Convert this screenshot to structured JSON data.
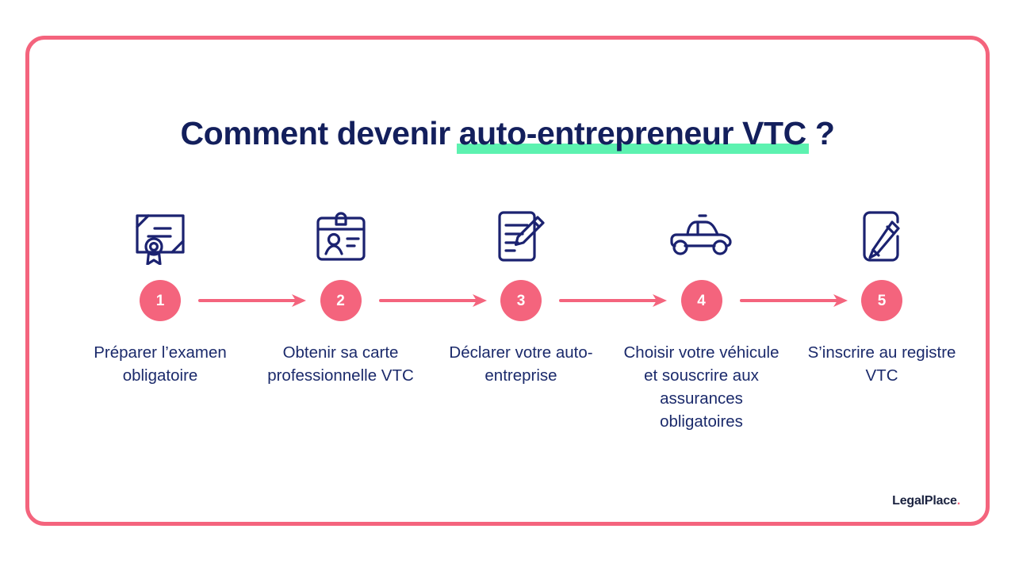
{
  "slide": {
    "title_before": "Comment devenir ",
    "title_highlight": "auto-entrepreneur VTC",
    "title_after": " ?",
    "logo_name": "LegalPlace",
    "logo_dot": "."
  },
  "colors": {
    "pink": "#F4647D",
    "navy": "#131F5C",
    "caption_navy": "#1B2A6B",
    "highlight_green": "#5DF2B0",
    "background": "#FFFFFF",
    "logo_text": "#1B2340"
  },
  "steps": [
    {
      "number": "1",
      "icon": "certificate-icon",
      "caption": "Préparer l’examen obligatoire",
      "arrow": "arrow-right-icon"
    },
    {
      "number": "2",
      "icon": "id-card-icon",
      "caption": "Obtenir sa carte professionnelle VTC",
      "arrow": "arrow-right-icon"
    },
    {
      "number": "3",
      "icon": "document-pencil-icon",
      "caption": "Déclarer votre auto-entreprise",
      "arrow": "arrow-right-icon"
    },
    {
      "number": "4",
      "icon": "car-icon",
      "caption": "Choisir votre véhicule et souscrire aux assurances obligatoires",
      "arrow": "arrow-right-icon"
    },
    {
      "number": "5",
      "icon": "register-pen-icon",
      "caption": "S’inscrire au registre VTC",
      "arrow": ""
    }
  ]
}
